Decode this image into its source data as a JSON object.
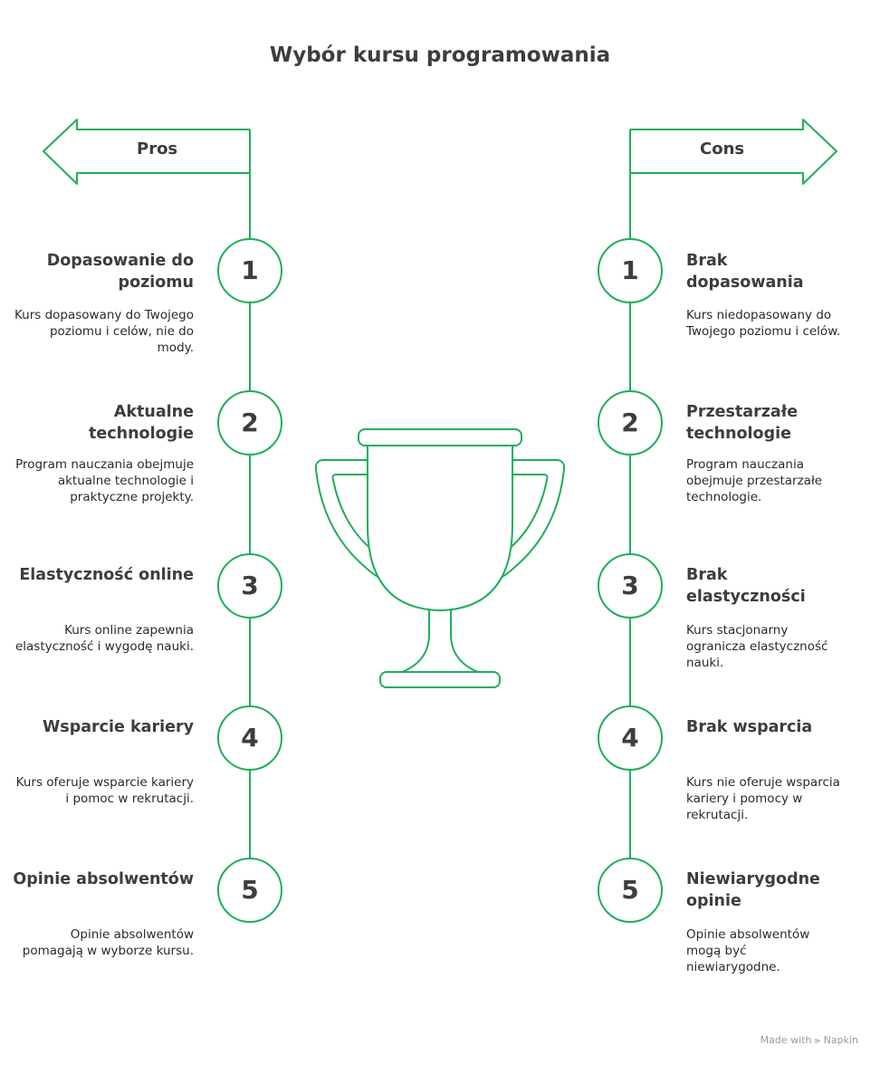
{
  "title": "Wybór kursu programowania",
  "colors": {
    "accent": "#1fae5b",
    "text": "#3d3d3d"
  },
  "pros": {
    "label": "Pros",
    "items": [
      {
        "number": "1",
        "heading": "Dopasowanie do poziomu",
        "text": "Kurs dopasowany do Twojego poziomu i celów, nie do mody."
      },
      {
        "number": "2",
        "heading": "Aktualne technologie",
        "text": "Program nauczania obejmuje aktualne technologie i praktyczne projekty."
      },
      {
        "number": "3",
        "heading": "Elastyczność online",
        "text": "Kurs online zapewnia elastyczność i wygodę nauki."
      },
      {
        "number": "4",
        "heading": "Wsparcie kariery",
        "text": "Kurs oferuje wsparcie kariery i pomoc w rekrutacji."
      },
      {
        "number": "5",
        "heading": "Opinie absolwentów",
        "text": "Opinie absolwentów pomagają w wyborze kursu."
      }
    ]
  },
  "cons": {
    "label": "Cons",
    "items": [
      {
        "number": "1",
        "heading": "Brak dopasowania",
        "text": "Kurs niedopasowany do Twojego poziomu i celów."
      },
      {
        "number": "2",
        "heading": "Przestarzałe technologie",
        "text": "Program nauczania obejmuje przestarzałe technologie."
      },
      {
        "number": "3",
        "heading": "Brak elastyczności",
        "text": "Kurs stacjonarny ogranicza elastyczność nauki."
      },
      {
        "number": "4",
        "heading": "Brak wsparcia",
        "text": "Kurs nie oferuje wsparcia kariery i pomocy w rekrutacji."
      },
      {
        "number": "5",
        "heading": "Niewiarygodne opinie",
        "text": "Opinie absolwentów mogą być niewiarygodne."
      }
    ]
  },
  "center_icon": "trophy-icon",
  "footer": {
    "made_with": "Made with",
    "brand": "Napkin"
  }
}
